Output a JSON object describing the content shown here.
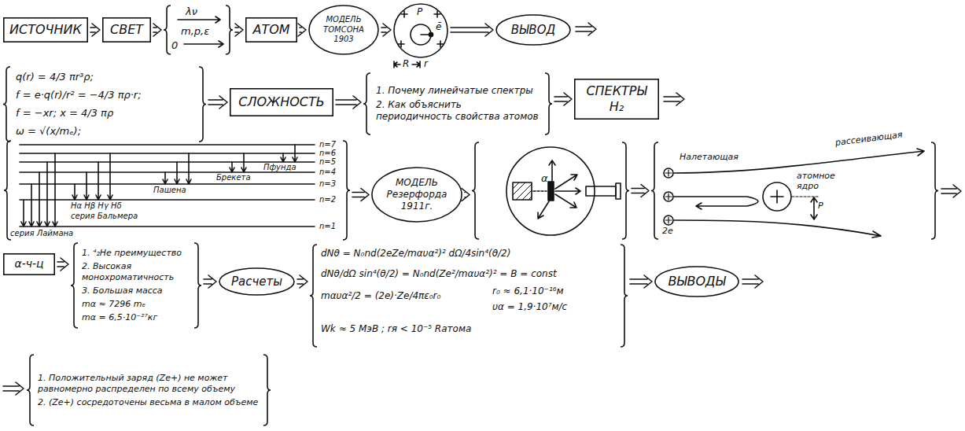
{
  "diagram": {
    "nodes": [
      {
        "text": [
          "ИСТОЧНИК"
        ]
      },
      {
        "text": [
          "СВЕТ"
        ]
      },
      {
        "text": [
          "λν",
          "m,p,ε",
          "0"
        ]
      },
      {
        "text": [
          "АТОМ"
        ]
      },
      {
        "text": [
          "МОДЕЛЬ ТОМСОНА 1903"
        ]
      },
      {
        "text": [
          "P",
          "ē"
        ]
      },
      {
        "text": [
          "ВЫВОД"
        ]
      },
      {
        "text": [
          "q(r) = 4/3 πr³ρ;",
          "f = e·q(r)/r² = −4/3 πρ·r;",
          "f = −xr; x = 4/3 πρ",
          "ω = √(x/mₑ);"
        ]
      },
      {
        "text": [
          "СЛОЖНОСТЬ"
        ]
      },
      {
        "text": [
          "1. Почему линейчатые спектры",
          "2. Как объяснить периодичность свойства атомов"
        ]
      },
      {
        "text": [
          "СПЕКТРЫ H₂"
        ]
      },
      {
        "text": [
          "Пфунда",
          "Брекета",
          "Пашена",
          "Hα Hβ Hγ Hδ",
          "серия Бальмера",
          "серия Лаймана"
        ]
      },
      {
        "text": [
          "МОДЕЛЬ Резерфорда 1911г."
        ]
      },
      {
        "text": [
          "α"
        ]
      },
      {
        "text": [
          "Налетающая",
          "рассеивающая",
          "атомное ядро",
          "P",
          "2e"
        ]
      },
      {
        "text": [
          "α-ч-ц"
        ]
      },
      {
        "text": [
          "1. ⁴₂He преимущество",
          "2. Высокая монохроматичность",
          "3. Большая масса",
          "mα ≈ 7296 mₑ",
          "mα = 6,5·10⁻²⁷кг"
        ]
      },
      {
        "text": [
          "Расчеты"
        ]
      },
      {
        "text": [
          "dNθ = N₀nd(2eZe/mαυα²)² dΩ/4sin⁴(θ/2)",
          "dNθ/dΩ sin⁴(θ/2) = N₀nd(Ze²/mαυα²)² = B = const",
          "mαυα²/2 = (2e)·Ze/4πε₀r₀",
          "r₀ ≈ 6,1·10⁻¹⁶м",
          "υα = 1,9·10⁷м/с",
          "Wk ≈ 5 МэВ ; rя < 10⁻⁵ Rатома"
        ]
      },
      {
        "text": [
          "ВЫВОДЫ"
        ]
      },
      {
        "text": [
          "1. Положительный заряд (Ze+) не может равномерно распределен по всему объему",
          "2. (Ze+) сосредоточены весьма в малом объеме"
        ]
      }
    ],
    "edges": [
      {
        "from": 0,
        "to": 1,
        "arrow": "to"
      },
      {
        "from": 1,
        "to": 2,
        "arrow": "to"
      },
      {
        "from": 2,
        "to": 3,
        "arrow": "to"
      },
      {
        "from": 3,
        "to": 4,
        "arrow": "to"
      },
      {
        "from": 4,
        "to": 5,
        "arrow": "to"
      },
      {
        "from": 5,
        "to": 6,
        "arrow": "to"
      },
      {
        "from": 7,
        "to": 8,
        "arrow": "to"
      },
      {
        "from": 8,
        "to": 9,
        "arrow": "to"
      },
      {
        "from": 9,
        "to": 10,
        "arrow": "to"
      },
      {
        "from": 11,
        "to": 12,
        "arrow": "to"
      },
      {
        "from": 12,
        "to": 13,
        "arrow": "to"
      },
      {
        "from": 13,
        "to": 14,
        "arrow": "to"
      },
      {
        "from": 15,
        "to": 16,
        "arrow": "to"
      },
      {
        "from": 16,
        "to": 17,
        "arrow": "to"
      },
      {
        "from": 17,
        "to": 18,
        "arrow": "to"
      },
      {
        "from": 18,
        "to": 19,
        "arrow": "to"
      }
    ],
    "labels": [
      "R",
      "r",
      "n=7",
      "n=6",
      "n=5",
      "n=4",
      "n=3",
      "n=2",
      "n=1"
    ]
  }
}
